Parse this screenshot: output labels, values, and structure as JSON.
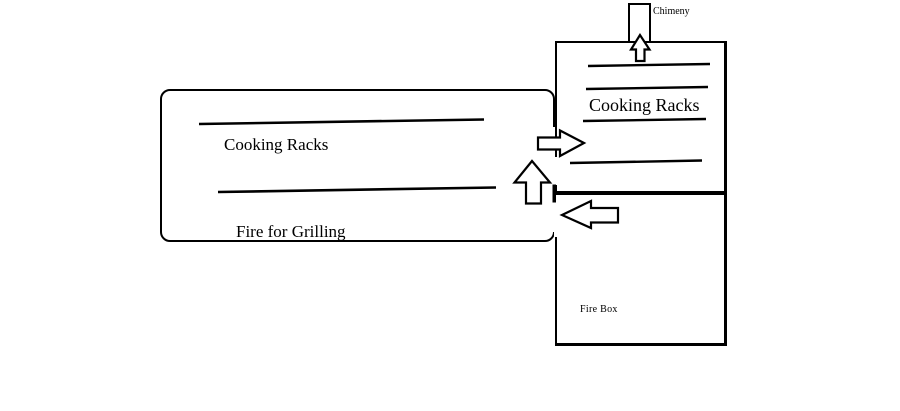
{
  "canvas": {
    "background": "#ffffff",
    "ink": "#000000"
  },
  "diagram": {
    "chimney": {
      "label": "Chimeny"
    },
    "smoke_chamber": {
      "label": "Cooking Racks",
      "rack_lines": 4
    },
    "main_chamber": {
      "label": "Cooking Racks",
      "bottom_label": "Fire for Grilling",
      "rack_lines": 2
    },
    "fire_box": {
      "label": "Fire Box"
    },
    "arrows": [
      {
        "name": "up-arrow-into-chimney",
        "direction": "up"
      },
      {
        "name": "right-arrow-into-smoke-chamber",
        "direction": "right"
      },
      {
        "name": "up-arrow-at-chamber-outlet",
        "direction": "up"
      },
      {
        "name": "left-arrow-air-inlet",
        "direction": "left"
      }
    ]
  }
}
